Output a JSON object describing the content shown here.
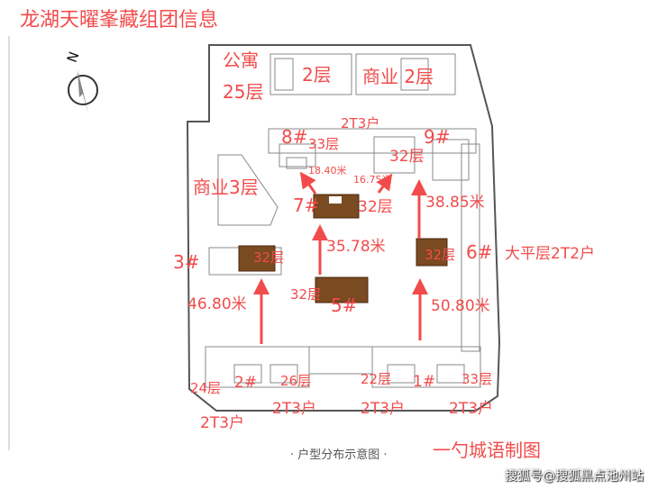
{
  "title": "龙湖天曜峯藏组团信息",
  "colors": {
    "accent": "#f24b4b",
    "building": "#7a4a20",
    "line": "#777777"
  },
  "compass": {
    "label": "N",
    "icon": "north-arrow-icon"
  },
  "labels": {
    "apartment": "公寓",
    "apartment_floors": "25层",
    "commercial_top_a": "2层",
    "commercial_top_b": "商业 2层",
    "units_top": "2T3户",
    "b8": "8#",
    "b8_floors": "33层",
    "b9": "9#",
    "b9_floors": "32层",
    "dist_7_8": "18.40米",
    "dist_7_9": "16.75米",
    "commercial_left": "商业3层",
    "b7": "7#",
    "b7_floors": "32层",
    "dist_6_9": "38.85米",
    "dist_5_7": "35.78米",
    "b3": "3#",
    "b3_floors": "32层",
    "b6_floors": "32层",
    "b6": "6#",
    "b6_units": "大平层2T2户",
    "dist_2_3": "46.80米",
    "b5_floors": "32层",
    "b5": "5#",
    "dist_1_6": "50.80米",
    "b2_left_floors": "24层",
    "b2": "2#",
    "b2_right_floors": "26层",
    "b1_left_floors": "22层",
    "b1": "1#",
    "b1_right_floors": "33层",
    "units_b2_right": "2T3户",
    "units_b1_left": "2T3户",
    "units_b1_right": "2T3户",
    "units_b2_left": "2T3户"
  },
  "caption": "· 户型分布示意图 ·",
  "credit": "一勺城语制图",
  "watermark": "搜狐号@搜狐黑点池州站"
}
